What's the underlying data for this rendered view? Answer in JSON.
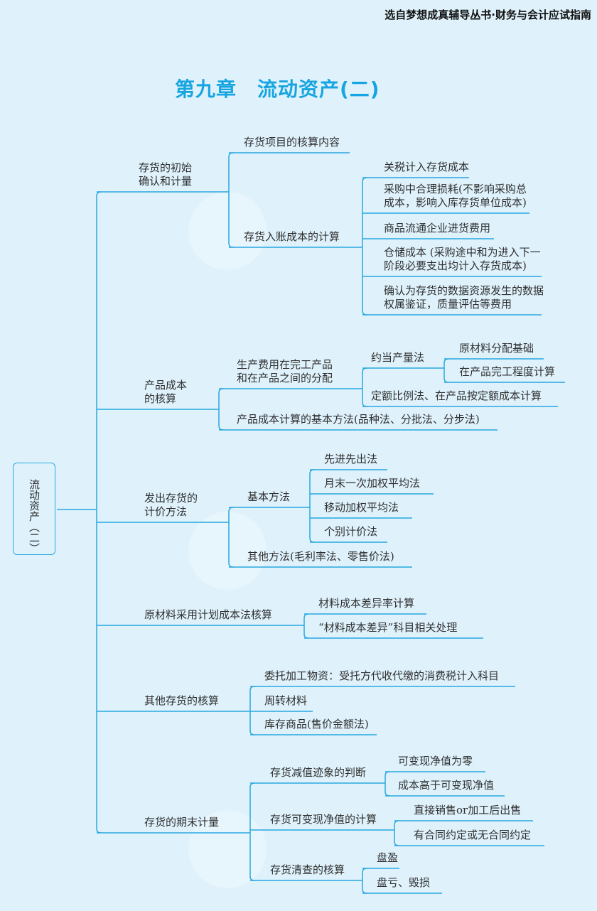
{
  "header": "选自梦想成真辅导丛书·财务与会计应试指南",
  "title": "第九章　流动资产(二)",
  "root": "流动资产（二）",
  "colors": {
    "line": "#29a8e0",
    "title": "#17a5e2",
    "background": "#dff2fc"
  },
  "branches": [
    {
      "label": "存货的初始\n确认和计量",
      "children": [
        {
          "label": "存货项目的核算内容"
        },
        {
          "label": "存货入账成本的计算",
          "children": [
            {
              "label": "关税计入存货成本"
            },
            {
              "label": "采购中合理损耗(不影响采购总\n成本，影响入库存货单位成本)"
            },
            {
              "label": "商品流通企业进货费用"
            },
            {
              "label": "仓储成本 (采购途中和为进入下一\n阶段必要支出均计入存货成本)"
            },
            {
              "label": "确认为存货的数据资源发生的数据\n权属鉴证，质量评估等费用"
            }
          ]
        }
      ]
    },
    {
      "label": "产品成本\n的核算",
      "children": [
        {
          "label": "生产费用在完工产品\n和在产品之间的分配",
          "children": [
            {
              "label": "约当产量法",
              "children": [
                {
                  "label": "原材料分配基础"
                },
                {
                  "label": "在产品完工程度计算"
                }
              ]
            },
            {
              "label": "定额比例法、在产品按定额成本计算"
            }
          ]
        },
        {
          "label": "产品成本计算的基本方法(品种法、分批法、分步法)"
        }
      ]
    },
    {
      "label": "发出存货的\n计价方法",
      "children": [
        {
          "label": "基本方法",
          "children": [
            {
              "label": "先进先出法"
            },
            {
              "label": "月末一次加权平均法"
            },
            {
              "label": "移动加权平均法"
            },
            {
              "label": "个别计价法"
            }
          ]
        },
        {
          "label": "其他方法(毛利率法、零售价法)"
        }
      ]
    },
    {
      "label": "原材料采用计划成本法核算",
      "children": [
        {
          "label": "材料成本差异率计算"
        },
        {
          "label": "“材料成本差异”科目相关处理"
        }
      ]
    },
    {
      "label": "其他存货的核算",
      "children": [
        {
          "label": "委托加工物资：受托方代收代缴的消费税计入科目"
        },
        {
          "label": "周转材料"
        },
        {
          "label": "库存商品(售价金额法)"
        }
      ]
    },
    {
      "label": "存货的期末计量",
      "children": [
        {
          "label": "存货减值迹象的判断",
          "children": [
            {
              "label": "可变现净值为零"
            },
            {
              "label": "成本高于可变现净值"
            }
          ]
        },
        {
          "label": "存货可变现净值的计算",
          "children": [
            {
              "label": "直接销售or加工后出售"
            },
            {
              "label": "有合同约定或无合同约定"
            }
          ]
        },
        {
          "label": "存货清查的核算",
          "children": [
            {
              "label": "盘盈"
            },
            {
              "label": "盘亏、毁损"
            }
          ]
        }
      ]
    }
  ]
}
